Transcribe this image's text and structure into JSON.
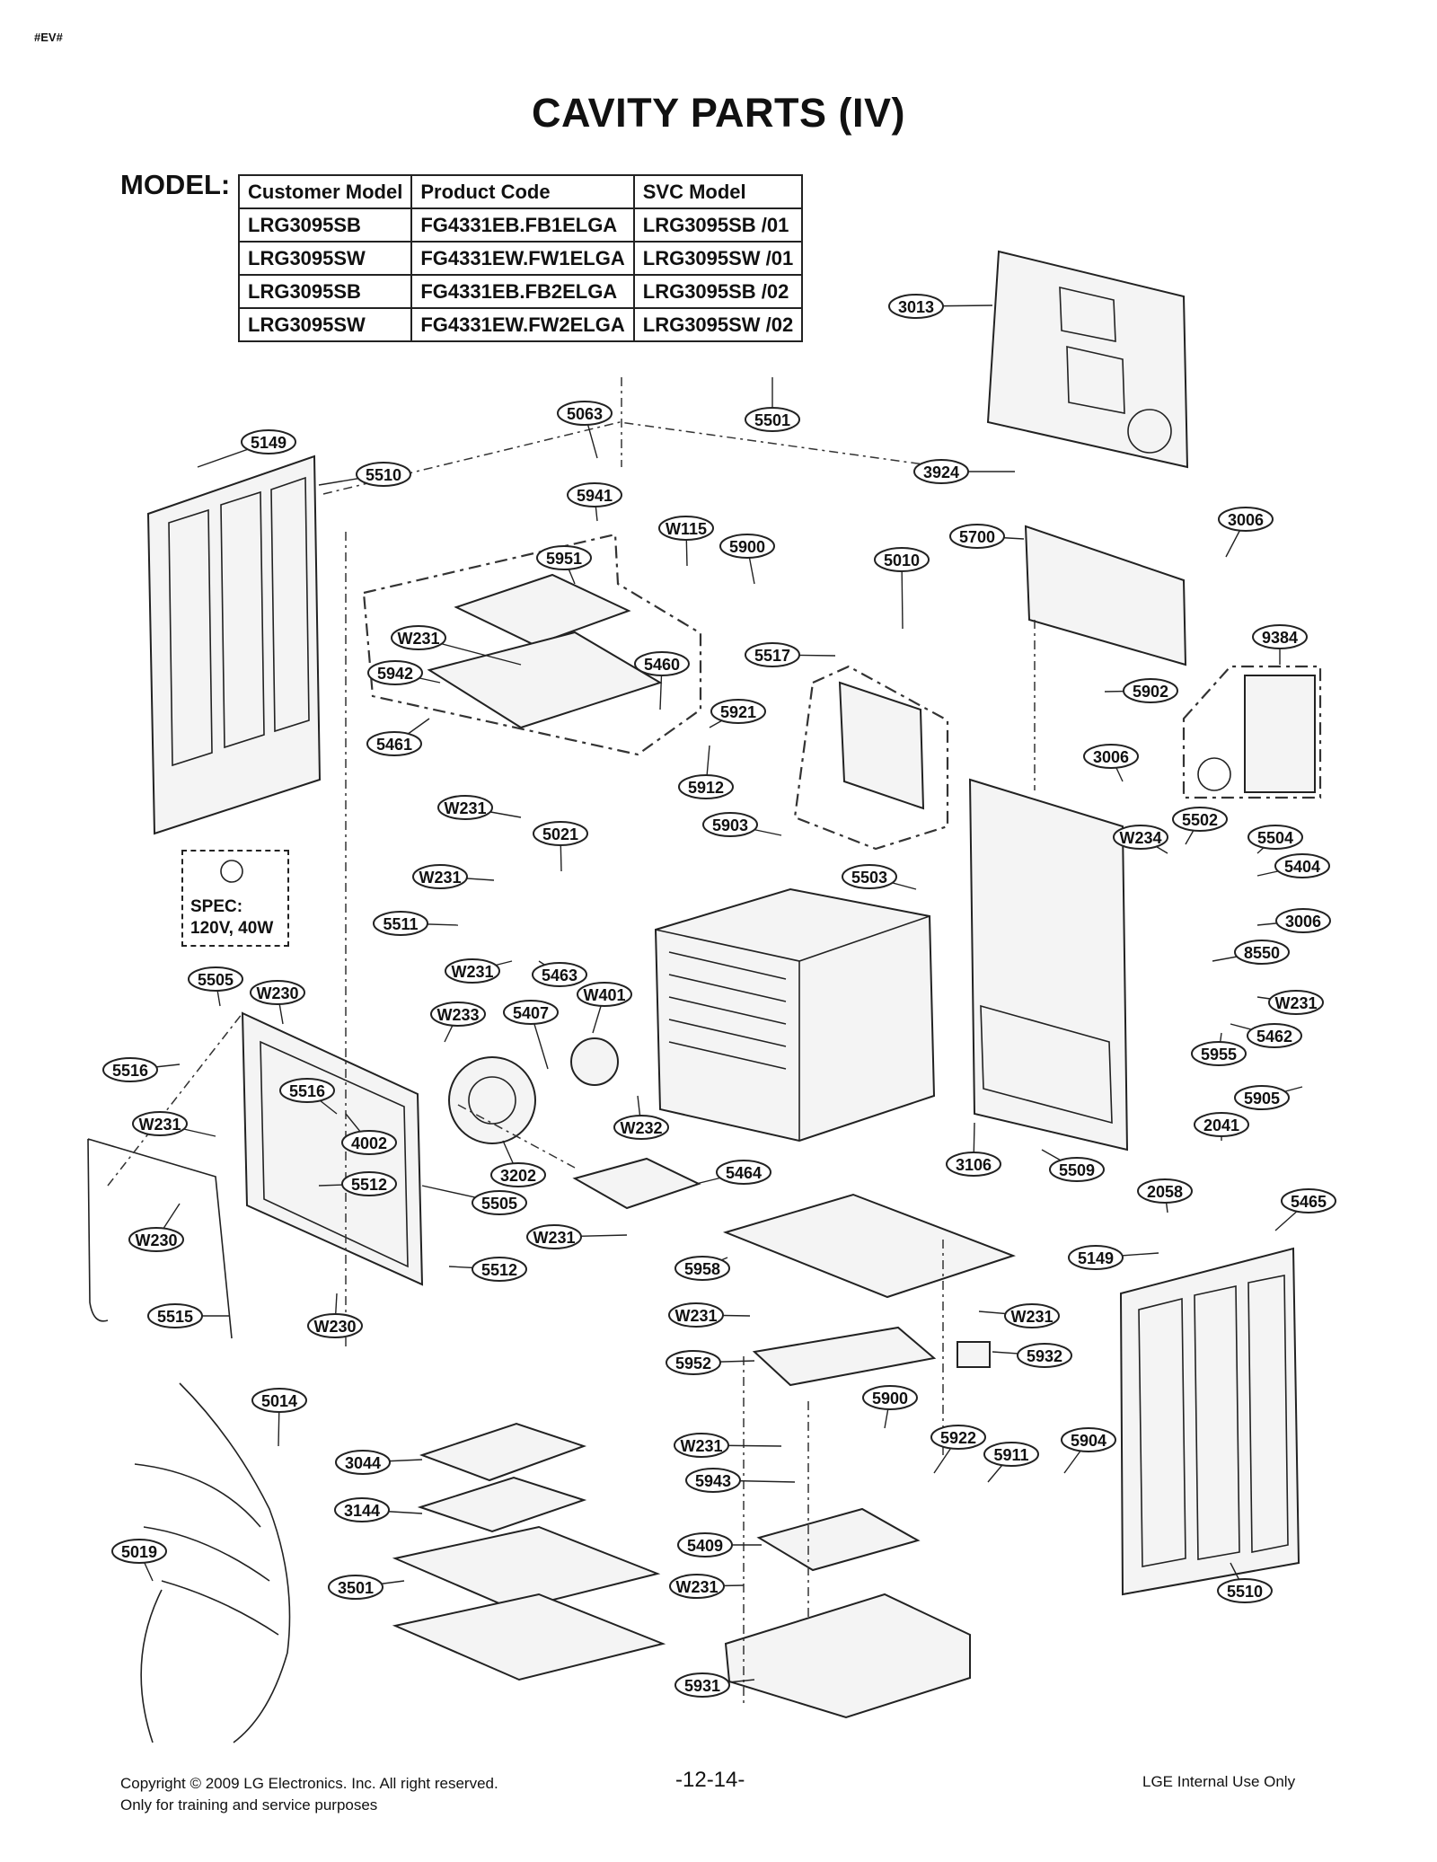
{
  "page_tag": "#EV#",
  "title": "CAVITY PARTS (IV)",
  "model_label": "MODEL:",
  "model_table": {
    "headers": [
      "Customer Model",
      "Product Code",
      "SVC Model"
    ],
    "rows": [
      [
        "LRG3095SB",
        "FG4331EB.FB1ELGA",
        "LRG3095SB /01"
      ],
      [
        "LRG3095SW",
        "FG4331EW.FW1ELGA",
        "LRG3095SW /01"
      ],
      [
        "LRG3095SB",
        "FG4331EB.FB2ELGA",
        "LRG3095SB /02"
      ],
      [
        "LRG3095SW",
        "FG4331EW.FW2ELGA",
        "LRG3095SW /02"
      ]
    ]
  },
  "spec": {
    "line1": "SPEC:",
    "line2": "120V, 40W"
  },
  "callouts": [
    "3013",
    "5063",
    "5501",
    "5149",
    "5510",
    "5941",
    "W115",
    "5900",
    "3924",
    "3006",
    "5700",
    "5010",
    "5951",
    "W231",
    "5942",
    "5460",
    "5517",
    "9384",
    "5902",
    "5921",
    "5461",
    "5912",
    "3006",
    "W231",
    "5021",
    "5903",
    "W234",
    "5502",
    "5504",
    "5503",
    "5404",
    "W231",
    "5511",
    "3006",
    "W231",
    "5463",
    "8550",
    "5505",
    "W230",
    "W231",
    "W233",
    "5407",
    "W401",
    "5462",
    "5516",
    "5955",
    "5516",
    "5905",
    "W231",
    "4002",
    "3202",
    "W232",
    "3106",
    "2041",
    "5512",
    "5464",
    "5509",
    "2058",
    "5505",
    "W231",
    "5465",
    "W230",
    "5512",
    "5149",
    "5958",
    "5515",
    "W230",
    "W231",
    "W231",
    "5952",
    "5932",
    "5014",
    "5900",
    "3044",
    "5922",
    "W231",
    "5911",
    "5904",
    "5943",
    "3144",
    "5019",
    "5409",
    "3501",
    "W231",
    "5510",
    "5931"
  ],
  "footer": {
    "copyright": "Copyright © 2009 LG Electronics. Inc. All right reserved.",
    "training": "Only for training and service purposes",
    "page_number": "-12-14-",
    "internal": "LGE Internal Use Only"
  }
}
